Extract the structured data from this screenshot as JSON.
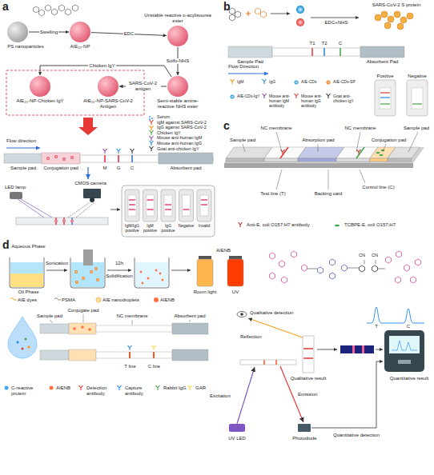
{
  "diagram": {
    "nodes": [
      {
        "text": [
          "PS nanoparticles"
        ]
      },
      {
        "text": [
          "AIE₂₀-NP"
        ]
      },
      {
        "text": [
          "Unstable reactive o-acylisourea ester"
        ]
      },
      {
        "text": [
          "Semi-stable amine-reactive NHS ester"
        ]
      },
      {
        "text": [
          "AIE₂₀-NP-Chicken IgY"
        ]
      },
      {
        "text": [
          "AIE₂₀-NP-SARS-CoV-2 Antigen"
        ]
      }
    ],
    "edges": [
      {
        "from": 0,
        "to": 1,
        "arrow": "to",
        "label": "Swelling"
      },
      {
        "from": 1,
        "to": 2,
        "arrow": "to",
        "label": "EDC"
      },
      {
        "from": 2,
        "to": 3,
        "arrow": "to",
        "label": "Sulfo-NHS"
      },
      {
        "from": 3,
        "to": 4,
        "arrow": "to",
        "label": "Chicken IgY"
      },
      {
        "from": 3,
        "to": 5,
        "arrow": "to",
        "label": "SARS-CoV-2 antigen"
      }
    ],
    "labels": [
      "a",
      "b",
      "c",
      "d",
      "Flow direction",
      "Sample pad",
      "Conjugation pad",
      "M",
      "G",
      "C",
      "Absorbent pad",
      "LED lamp",
      "CMOS camera",
      "IgM/IgG positive",
      "IgM positive",
      "IgG positive",
      "Negative",
      "Invalid",
      "SARS-CoV-2 S protein",
      "EDC+NHS",
      "Sample Pad",
      "T1",
      "T2",
      "C",
      "Absorbent Pad",
      "Flow Direction",
      "Positive",
      "Negative",
      "Sample pad",
      "NC membrane",
      "Absorption pad",
      "NC membrane",
      "Conjugation pad",
      "Sample pad",
      "Test line (T)",
      "Backing card",
      "Control line (C)",
      "Aqueous Phase",
      "Sonication",
      "Oil Phase",
      "12h",
      "Solidification",
      "AIENB",
      "Room light",
      "UV",
      "Sample pad",
      "Conjugate pad",
      "NC membrane",
      "Absorbent pad",
      "T line",
      "C line",
      "Qualitative detection",
      "Reflection",
      "Qualitative result",
      "T",
      "C",
      "Excitation",
      "UV LED",
      "Emission",
      "Photodiode",
      "Quantitative detection",
      "Quantitative result",
      "CN",
      "CN"
    ],
    "legend": [
      {
        "text": "Serum"
      },
      {
        "text": "IgM against SARS-CoV-2"
      },
      {
        "text": "IgG against SARS-CoV-2"
      },
      {
        "text": "Chicken IgY"
      },
      {
        "text": "Mouse anti-human IgM"
      },
      {
        "text": "Mouse anti-human IgG"
      },
      {
        "text": "Goat anti-chicken IgY"
      },
      {
        "text": "IgM"
      },
      {
        "text": "IgG"
      },
      {
        "text": "AIE-CDs"
      },
      {
        "text": "AIE-CDs-SP"
      },
      {
        "text": "AIE-CDs-IgY"
      },
      {
        "text": "Mouse anti-human IgM antibody"
      },
      {
        "text": "Mouse anti-human IgG antibody"
      },
      {
        "text": "Goat anti-chicken IgY"
      },
      {
        "text": "Anti-E. coli O157:H7 antibody"
      },
      {
        "text": "TCBPE-E. coli O157:H7"
      },
      {
        "text": "AIE dyes"
      },
      {
        "text": "PSMA"
      },
      {
        "text": "AIE nanodroplets"
      },
      {
        "text": "AIENB"
      },
      {
        "text": "C-reactive protein"
      },
      {
        "text": "AIENB"
      },
      {
        "text": "Detection antibody"
      },
      {
        "text": "Capture antibody"
      },
      {
        "text": "Rabbit IgG"
      },
      {
        "text": "GAR"
      }
    ]
  }
}
